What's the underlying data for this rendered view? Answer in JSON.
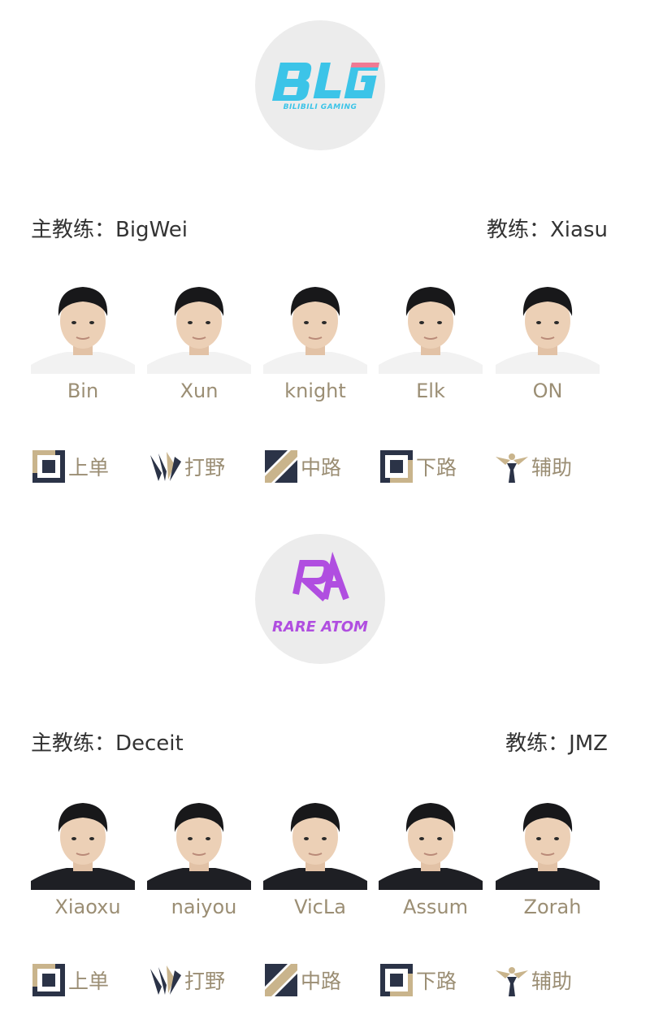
{
  "colors": {
    "name_gold": "#9b8e74",
    "role_navy": "#2b3347",
    "logo_bg": "#ececec",
    "blg_cyan": "#3cc4e8",
    "blg_pink": "#f07a93",
    "ra_purple": "#b04ee0"
  },
  "teams": [
    {
      "logo": {
        "icon": "bilibili-gaming-logo",
        "wordmark": "BLG",
        "subtitle": "BILIBILI GAMING"
      },
      "head_coach": "主教练：BigWei",
      "coach": "教练：Xiasu",
      "players": [
        {
          "name": "Bin",
          "jersey": "light"
        },
        {
          "name": "Xun",
          "jersey": "light"
        },
        {
          "name": "knight",
          "jersey": "light"
        },
        {
          "name": "Elk",
          "jersey": "light"
        },
        {
          "name": "ON",
          "jersey": "light"
        }
      ],
      "roles": [
        {
          "label": "上单",
          "icon": "top-lane-icon"
        },
        {
          "label": "打野",
          "icon": "jungle-icon"
        },
        {
          "label": "中路",
          "icon": "mid-lane-icon"
        },
        {
          "label": "下路",
          "icon": "bot-lane-icon"
        },
        {
          "label": "辅助",
          "icon": "support-icon"
        }
      ]
    },
    {
      "logo": {
        "icon": "rare-atom-logo",
        "wordmark": "RA",
        "subtitle": "RARE ATOM"
      },
      "head_coach": "主教练：Deceit",
      "coach": "教练：JMZ",
      "players": [
        {
          "name": "Xiaoxu",
          "jersey": "dark"
        },
        {
          "name": "naiyou",
          "jersey": "dark"
        },
        {
          "name": "VicLa",
          "jersey": "dark"
        },
        {
          "name": "Assum",
          "jersey": "dark"
        },
        {
          "name": "Zorah",
          "jersey": "dark"
        }
      ],
      "roles": [
        {
          "label": "上单",
          "icon": "top-lane-icon"
        },
        {
          "label": "打野",
          "icon": "jungle-icon"
        },
        {
          "label": "中路",
          "icon": "mid-lane-icon"
        },
        {
          "label": "下路",
          "icon": "bot-lane-icon"
        },
        {
          "label": "辅助",
          "icon": "support-icon"
        }
      ]
    }
  ]
}
